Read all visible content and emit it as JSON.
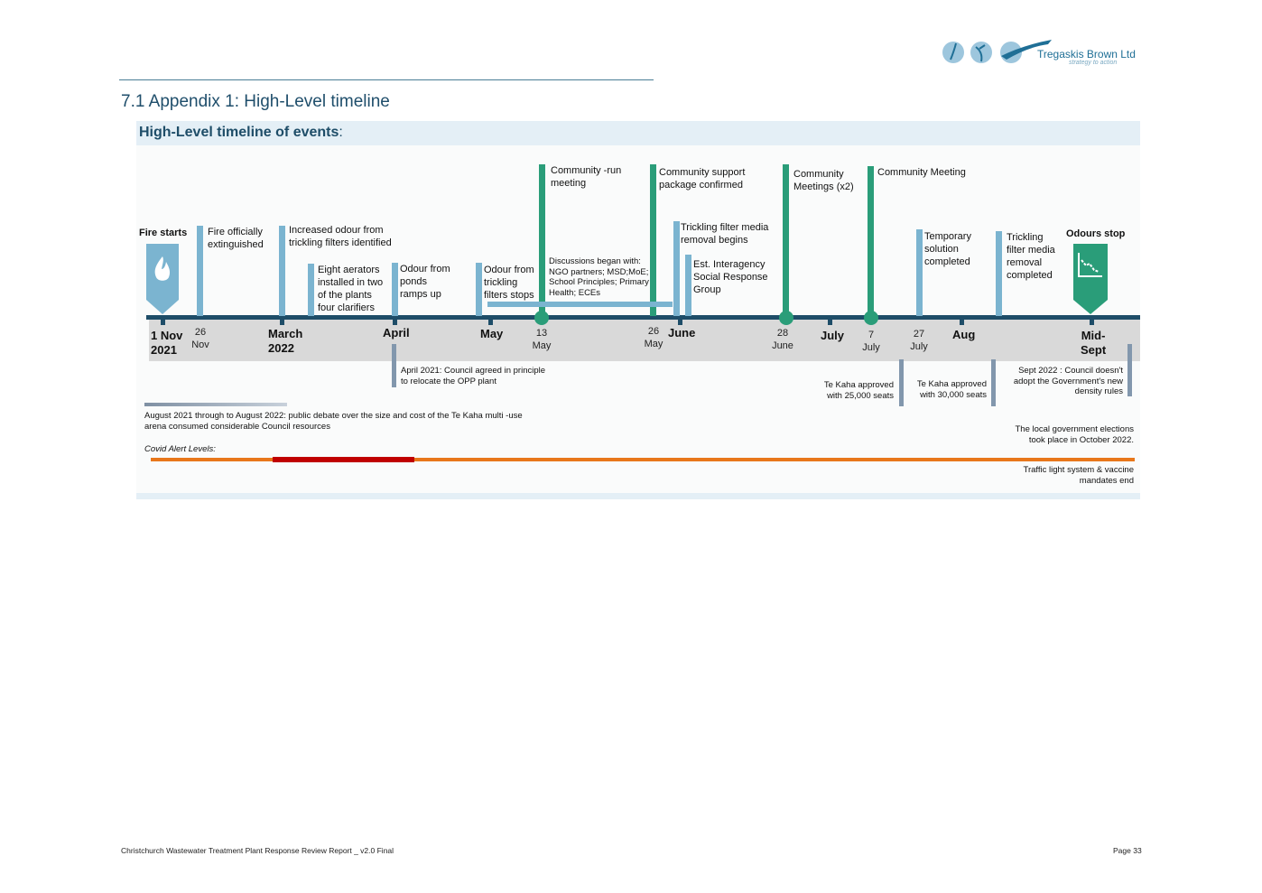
{
  "header": {
    "logo_name": "Tregaskis Brown Ltd",
    "logo_tagline": "strategy to action",
    "section_title": "7.1  Appendix 1:  High-Level timeline"
  },
  "panel": {
    "title": "High-Level timeline of events",
    "title_colon": ":"
  },
  "timeline": {
    "fire_starts": "Fire starts",
    "odours_stop": "Odours stop",
    "months": {
      "nov2021": "1 Nov\n2021",
      "march2022": "March\n2022",
      "april": "April",
      "may": "May",
      "june": "June",
      "july": "July",
      "aug": "Aug",
      "midsept": "Mid-\nSept"
    },
    "days": {
      "nov26": "26\nNov",
      "may13": "13\nMay",
      "may26": "26\nMay",
      "june28": "28\nJune",
      "july7": "7\nJuly",
      "july27": "27\nJuly"
    },
    "events": {
      "extinguished": "Fire officially\nextinguished",
      "increased_odour": "Increased odour from\ntrickling filters identified",
      "aerators": "Eight aerators\ninstalled in two\nof the plants\nfour clarifiers",
      "odour_ponds": "Odour from\nponds\nramps up",
      "odour_trickling": "Odour from\ntrickling\nfilters stops",
      "community_run": "Community -run\nmeeting",
      "discussions": "Discussions began with:\nNGO partners; MSD;MoE;\nSchool Principles; Primary\nHealth; ECEs",
      "support_package": "Community support\npackage confirmed",
      "trickling_removal": "Trickling filter media\nremoval begins",
      "interagency": "Est. Interagency\nSocial Response\nGroup",
      "community_meetings_x2": "Community\nMeetings (x2)",
      "community_meeting": "Community Meeting",
      "temporary_solution": "Temporary\nsolution\ncompleted",
      "removal_completed": "Trickling\nfilter media\nremoval\ncompleted"
    },
    "below": {
      "april2021": "April 2021: Council agreed in principle\nto relocate the OPP plant",
      "tekaha25": "Te Kaha approved\nwith 25,000 seats",
      "tekaha30": "Te Kaha approved\nwith 30,000 seats",
      "sept2022": "Sept 2022 : Council doesn't\nadopt the Government's new\ndensity rules",
      "public_debate": "August 2021 through to August 2022: public debate over the size and cost of the Te Kaha multi    -use\narena consumed considerable Council resources",
      "elections": "The local government elections\ntook place in October 2022.",
      "covid": "Covid Alert Levels:",
      "traffic_light": "Traffic light system & vaccine\nmandates end"
    }
  },
  "colors": {
    "navy": "#1e4d68",
    "light_blue": "#7bb4d0",
    "green": "#2a9d79",
    "grey_blue": "#8297ad",
    "covid_orange": "#e8771b",
    "covid_red": "#c00000"
  },
  "footer": {
    "report": "Christchurch Wastewater Treatment Plant Response Review Report _ v2.0 Final",
    "page": "Page 33"
  }
}
